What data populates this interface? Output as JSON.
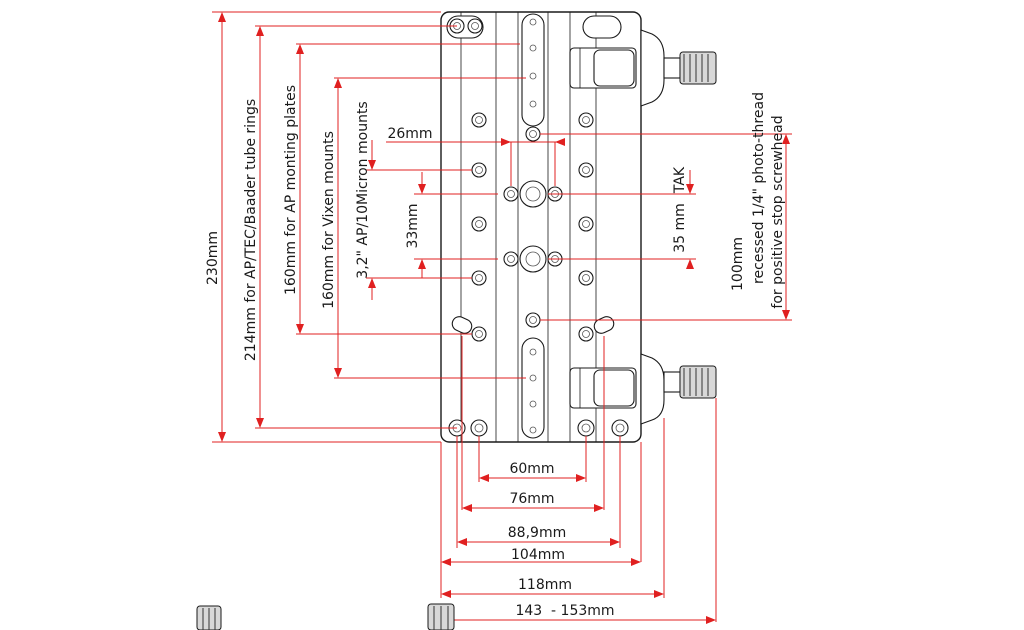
{
  "diagram": {
    "dimensions": {
      "length_230": "230mm",
      "length_214": "214mm for  AP/TEC/Baader tube rings",
      "length_160_ap": "160mm for AP monting plates",
      "length_160_vixen": "160mm for Vixen mounts",
      "length_3_2": "3,2\" AP/10Micron mounts",
      "length_33": "33mm",
      "length_26": "26mm",
      "length_35": "35 mm",
      "tak": "TAK",
      "length_100": "100mm",
      "photo_thread": "recessed 1/4\" photo-thread",
      "stop_screw": "for positive stop screwhead",
      "width_60": "60mm",
      "width_76": "76mm",
      "width_88_9": "88,9mm",
      "width_104": "104mm",
      "width_118": "118mm",
      "width_143_153": "143  - 153mm"
    },
    "colors": {
      "dimension": "#e02020",
      "outline": "#1a1a1a",
      "knob": "#d8d8d8"
    }
  }
}
